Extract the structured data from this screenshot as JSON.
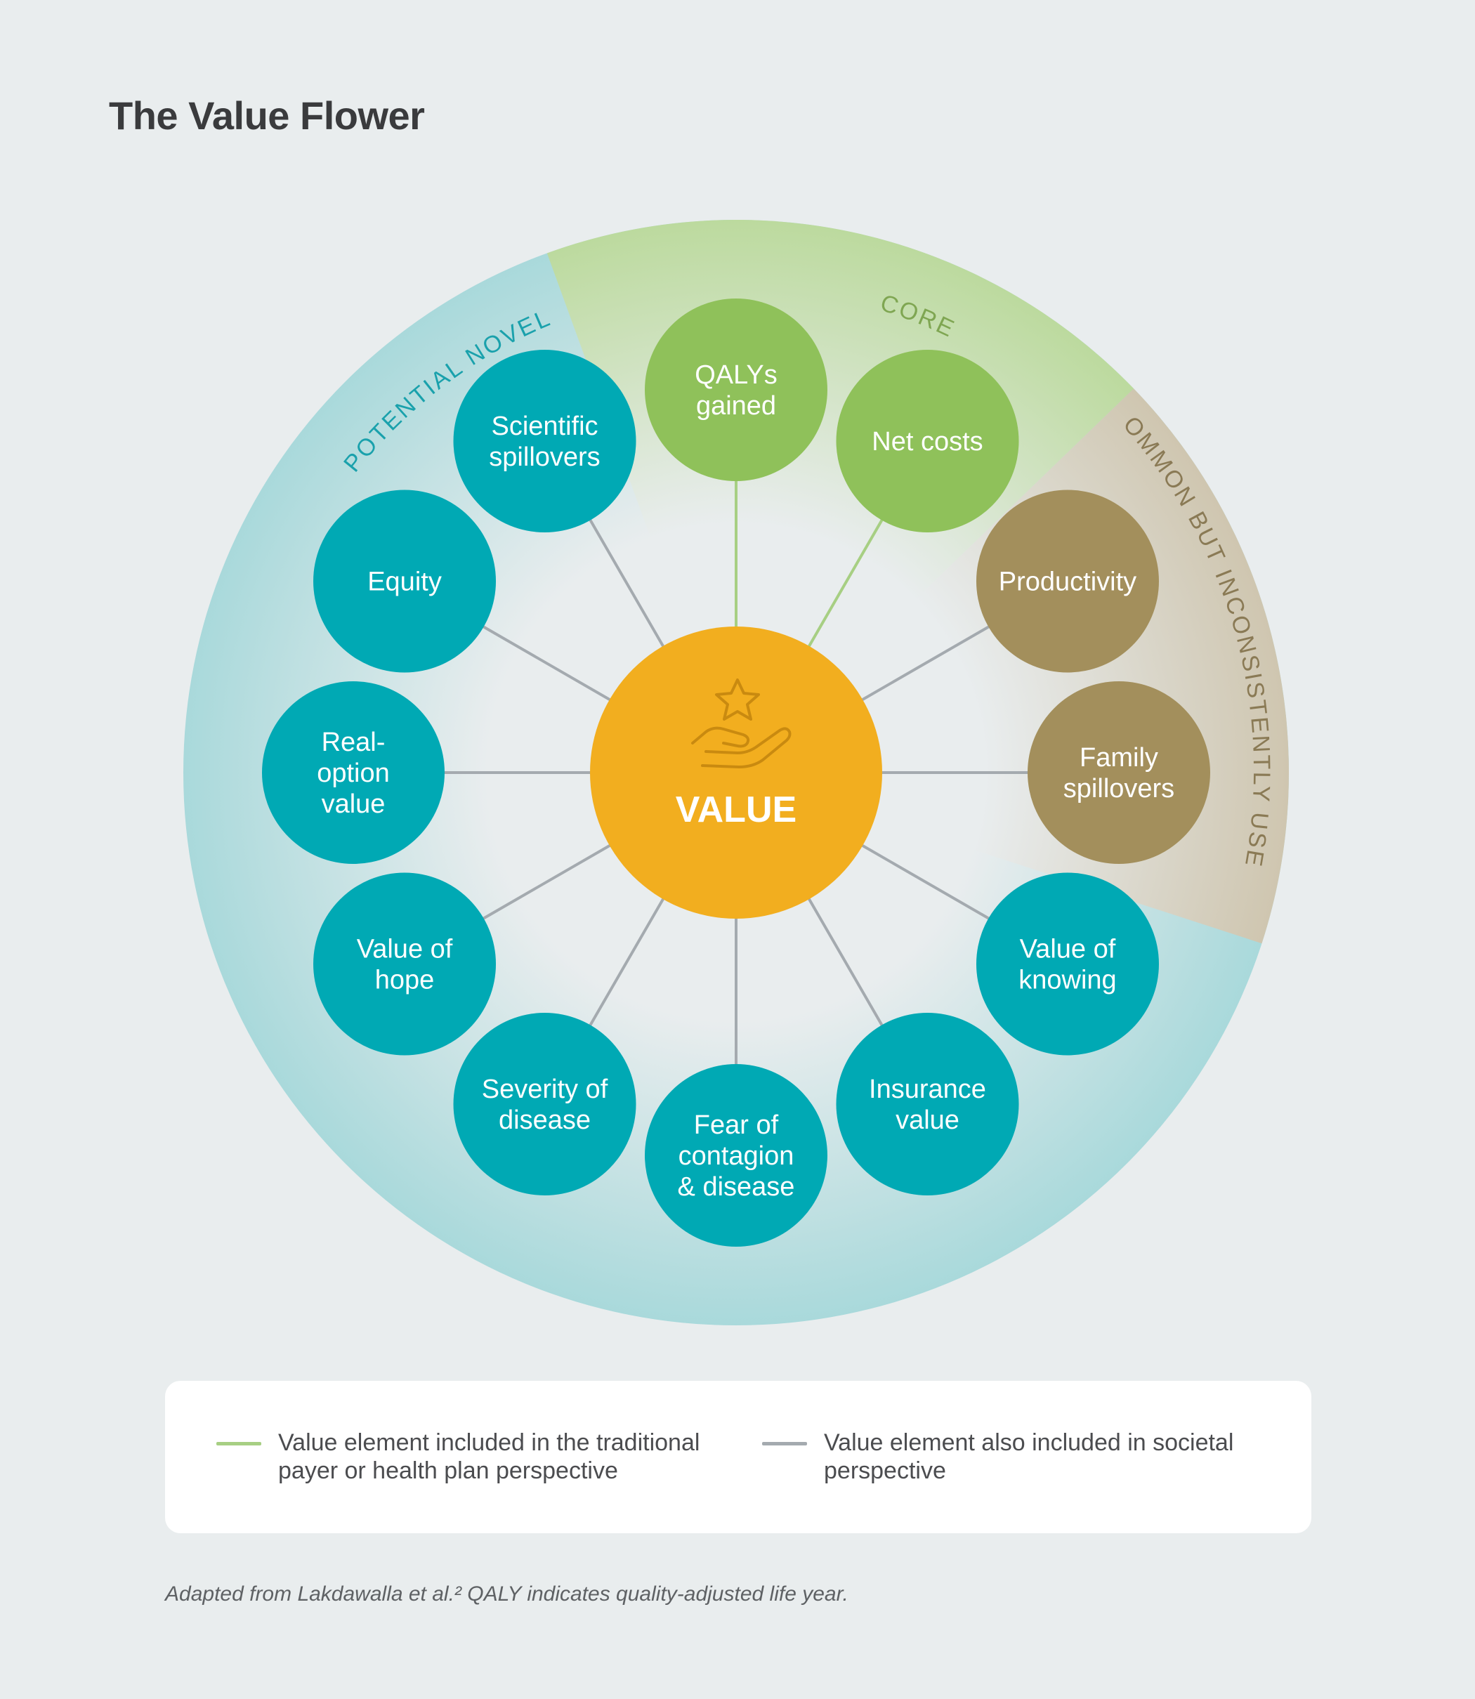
{
  "title": "The Value Flower",
  "center": {
    "label": "VALUE",
    "icon": "hand-star-icon",
    "color": "#F2AE1F"
  },
  "segments": [
    {
      "key": "potential_novel",
      "label": "POTENTIAL NOVEL",
      "color": "#A9D9DB",
      "text_color": "#1AA1AC"
    },
    {
      "key": "core",
      "label": "CORE",
      "color": "#BCDA9E",
      "text_color": "#7FA652"
    },
    {
      "key": "common",
      "label": "COMMON BUT INCONSISTENTLY USED",
      "color": "#CFC6B0",
      "text_color": "#8A7A55"
    }
  ],
  "petals": [
    {
      "label": [
        "QALYs",
        "gained"
      ],
      "group": "core",
      "line": "traditional"
    },
    {
      "label": [
        "Net costs"
      ],
      "group": "core",
      "line": "traditional"
    },
    {
      "label": [
        "Productivity"
      ],
      "group": "common",
      "line": "societal"
    },
    {
      "label": [
        "Family",
        "spillovers"
      ],
      "group": "common",
      "line": "societal"
    },
    {
      "label": [
        "Value of",
        "knowing"
      ],
      "group": "potential_novel",
      "line": "societal"
    },
    {
      "label": [
        "Insurance",
        "value"
      ],
      "group": "potential_novel",
      "line": "societal"
    },
    {
      "label": [
        "Fear of",
        "contagion",
        "& disease"
      ],
      "group": "potential_novel",
      "line": "societal"
    },
    {
      "label": [
        "Severity of",
        "disease"
      ],
      "group": "potential_novel",
      "line": "societal"
    },
    {
      "label": [
        "Value of",
        "hope"
      ],
      "group": "potential_novel",
      "line": "societal"
    },
    {
      "label": [
        "Real-",
        "option",
        "value"
      ],
      "group": "potential_novel",
      "line": "societal"
    },
    {
      "label": [
        "Equity"
      ],
      "group": "potential_novel",
      "line": "societal"
    },
    {
      "label": [
        "Scientific",
        "spillovers"
      ],
      "group": "potential_novel",
      "line": "societal"
    }
  ],
  "colors": {
    "core_petal": "#8FC15A",
    "common_petal": "#A38F5C",
    "novel_petal": "#00A9B4",
    "traditional_line": "#A7CF83",
    "societal_line": "#A4AAAF"
  },
  "legend": [
    {
      "key": "traditional",
      "text": "Value element included in the traditional payer or health plan perspective",
      "color": "#A7CF83"
    },
    {
      "key": "societal",
      "text": "Value element also included in societal perspective",
      "color": "#A4AAAF"
    }
  ],
  "footnote": "Adapted from Lakdawalla et al.² QALY indicates quality-adjusted life year."
}
